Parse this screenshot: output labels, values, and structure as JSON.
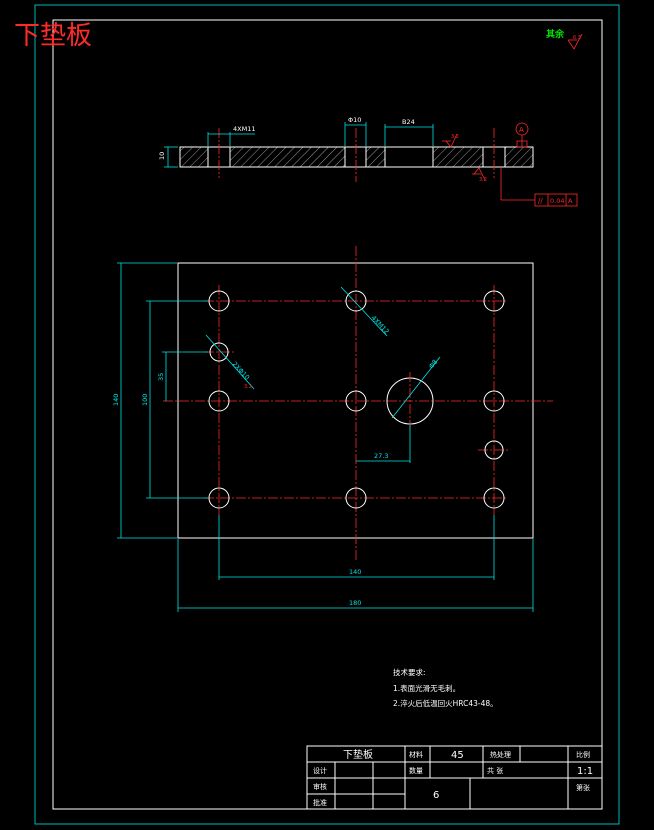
{
  "drawing_label": "下垫板",
  "roughness_note": "其余",
  "roughness_default": "6.3",
  "section_view": {
    "thickness": "10",
    "callout_holes": "4XM11",
    "callout_pin": "Φ10",
    "callout_counterbore": "B24",
    "roughness_top": "3.2",
    "roughness_bottom": "3.2",
    "datum": "A",
    "tolerance_symbol": "//",
    "tolerance_value": "0.04",
    "tolerance_datum": "A"
  },
  "plan_view": {
    "dim_height_overall": "140",
    "dim_height_holes": "100",
    "dim_height_short": "35",
    "dim_width_holes": "140",
    "dim_width_overall": "180",
    "dim_offset": "27.3",
    "callout_small_holes": "4XM12",
    "callout_pin_holes": "2XΦ10",
    "callout_pin_roughness": "3.2",
    "callout_big_hole": "Φ8"
  },
  "notes": {
    "title": "技术要求:",
    "items": [
      "1.表面光滑无毛刺。",
      "2.淬火后低温回火HRC43-48。"
    ]
  },
  "title_block": {
    "part_name": "下垫板",
    "material_label": "材料",
    "material": "45",
    "process_label": "热处理",
    "scale_label": "比例",
    "scale": "1:1",
    "designer_label": "设计",
    "quantity_label": "数量",
    "sheet_label": "共 张",
    "checker_label": "审核",
    "approver_label": "批准",
    "part_number": "6",
    "page_label": "第张"
  }
}
